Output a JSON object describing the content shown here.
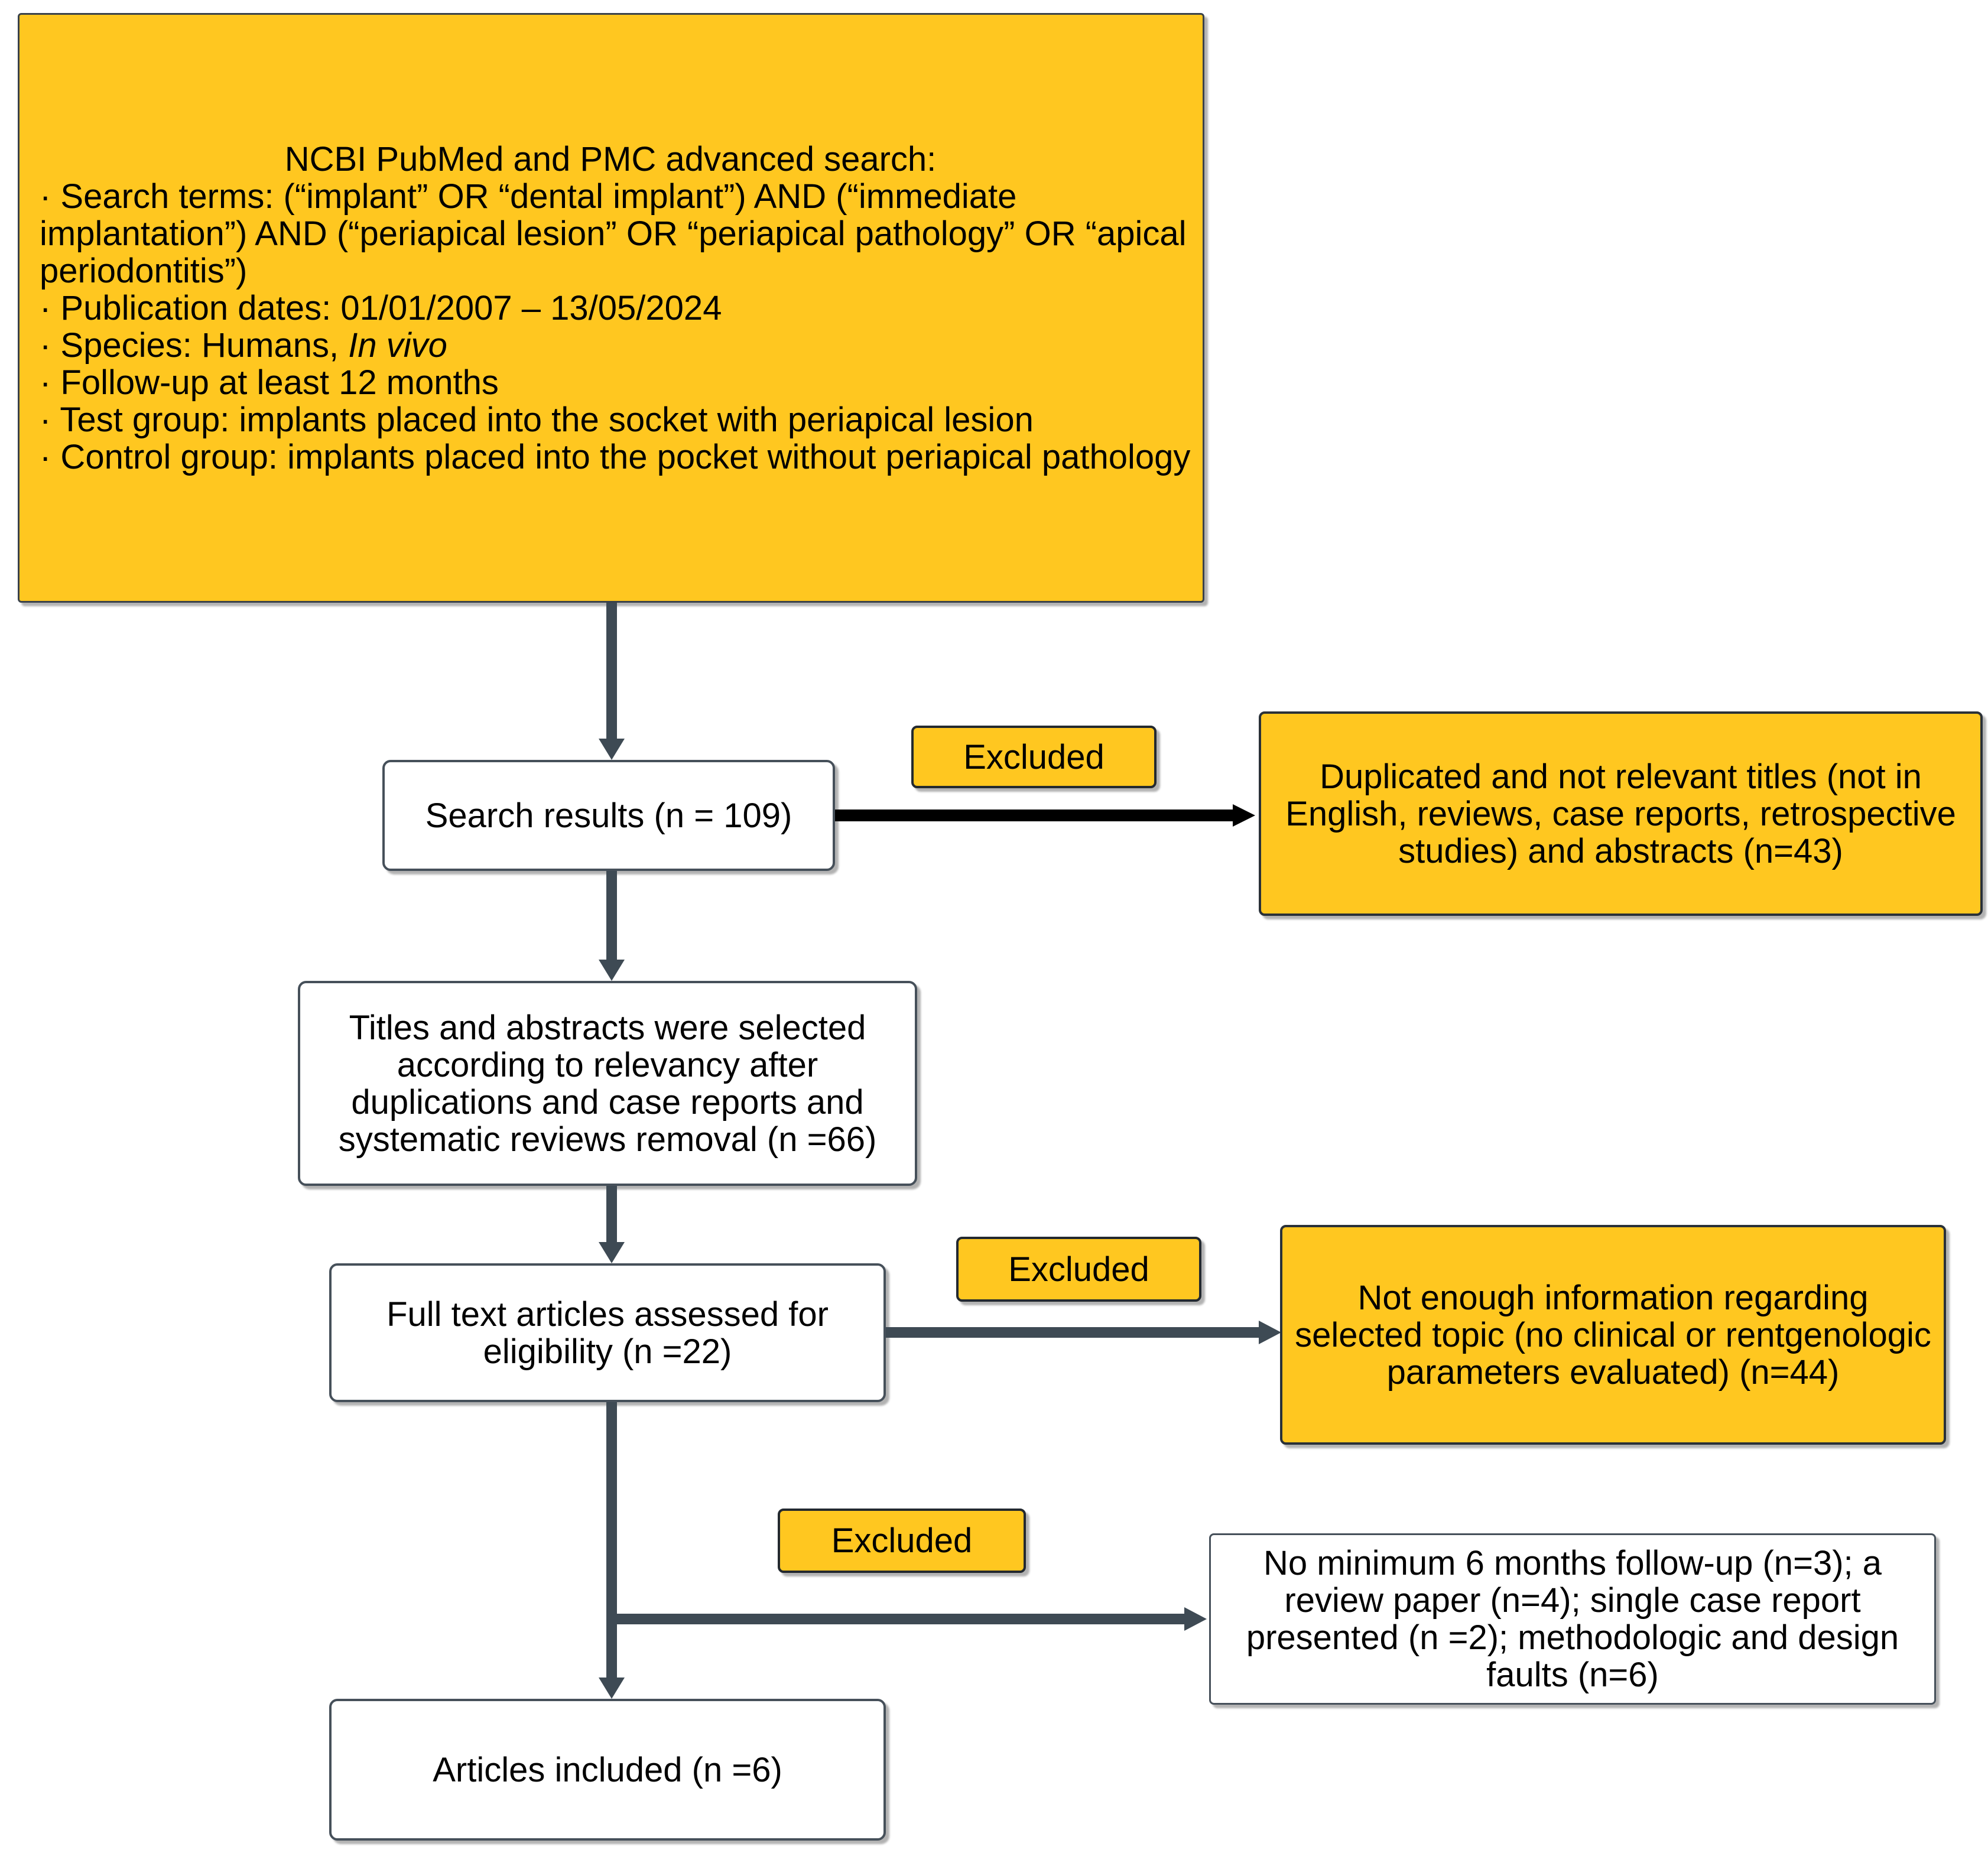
{
  "colors": {
    "box_yellow": "#ffc720",
    "box_white": "#ffffff",
    "border_dark": "#2a3138",
    "arrow_dark": "#3e4a54",
    "arrow_black": "#000000",
    "text": "#000000"
  },
  "criteria_box": {
    "title": "NCBI PubMed and PMC advanced search:",
    "line_search_1": "· Search terms: (“implant” OR “dental implant”) AND (“immediate",
    "line_search_2": "implantation”) AND (“periapical lesion” OR “periapical pathology” OR “apical",
    "line_search_3": "periodontitis”)",
    "line_dates": "· Publication dates: 01/01/2007 – 13/05/2024",
    "line_species_prefix": "· Species: Humans, ",
    "line_species_italic": "In vivo",
    "line_followup": "· Follow-up at least 12 months",
    "line_test": "· Test group: implants placed into the socket with periapical lesion",
    "line_control": "· Control group: implants placed into the pocket without periapical pathology"
  },
  "flow": {
    "search_results": {
      "label": "Search results (n = 109)"
    },
    "titles_abstracts": {
      "lines": [
        "Titles and abstracts were selected",
        "according to relevancy after",
        "duplications and case reports and",
        "systematic reviews removal (n =66)"
      ]
    },
    "full_text": {
      "lines": [
        "Full text articles assessed for",
        "eligibility (n =22)"
      ]
    },
    "articles_included": {
      "label": "Articles included (n =6)"
    }
  },
  "exclusions": {
    "excluded_label": "Excluded",
    "duplicated": {
      "lines": [
        "Duplicated and not relevant titles (not in",
        "English, reviews, case reports, retrospective",
        "studies) and abstracts (n=43)"
      ]
    },
    "not_enough": {
      "lines": [
        "Not enough information regarding",
        "selected topic (no clinical or rentgenologic",
        "parameters evaluated) (n=44)"
      ]
    },
    "no_minimum": {
      "lines": [
        "No minimum 6 months follow-up (n=3); a",
        "review paper (n=4); single case report",
        "presented (n =2); methodologic and design",
        "faults (n=6)"
      ]
    }
  }
}
